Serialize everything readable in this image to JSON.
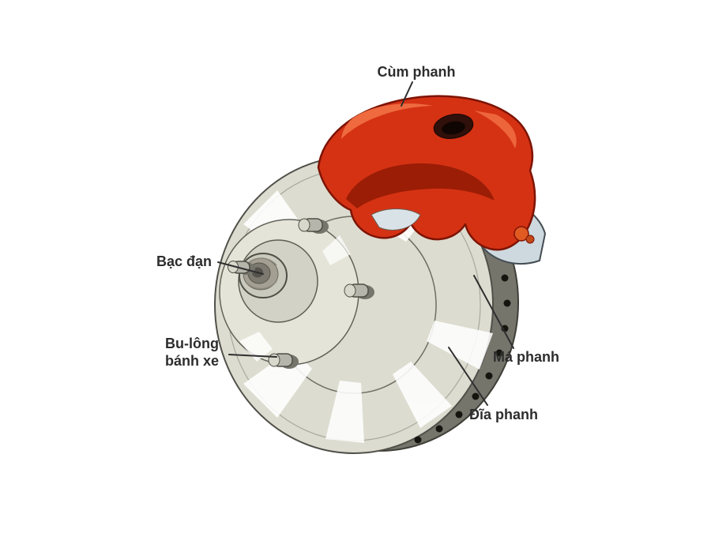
{
  "diagram": {
    "labels": {
      "caliper": {
        "text": "Cùm phanh"
      },
      "bearing": {
        "text": "Bạc đạn"
      },
      "wheel_bolt": {
        "line1": "Bu-lông",
        "line2": "bánh xe"
      },
      "brake_pad": {
        "text": "Má phanh"
      },
      "brake_disc": {
        "text": "Đĩa phanh"
      }
    },
    "colors": {
      "caliper_red": "#d53214",
      "caliper_dark_red": "#9b1d05",
      "caliper_highlight": "#ef6a3f",
      "disc_face": "#dcdcd0",
      "disc_edge": "#75756c",
      "hub_plate": "#e4e4d8",
      "bracket_silver": "#cdd9df",
      "rim_hole": "#15150f",
      "label_text": "#2d2d2d",
      "background": "#ffffff"
    }
  }
}
